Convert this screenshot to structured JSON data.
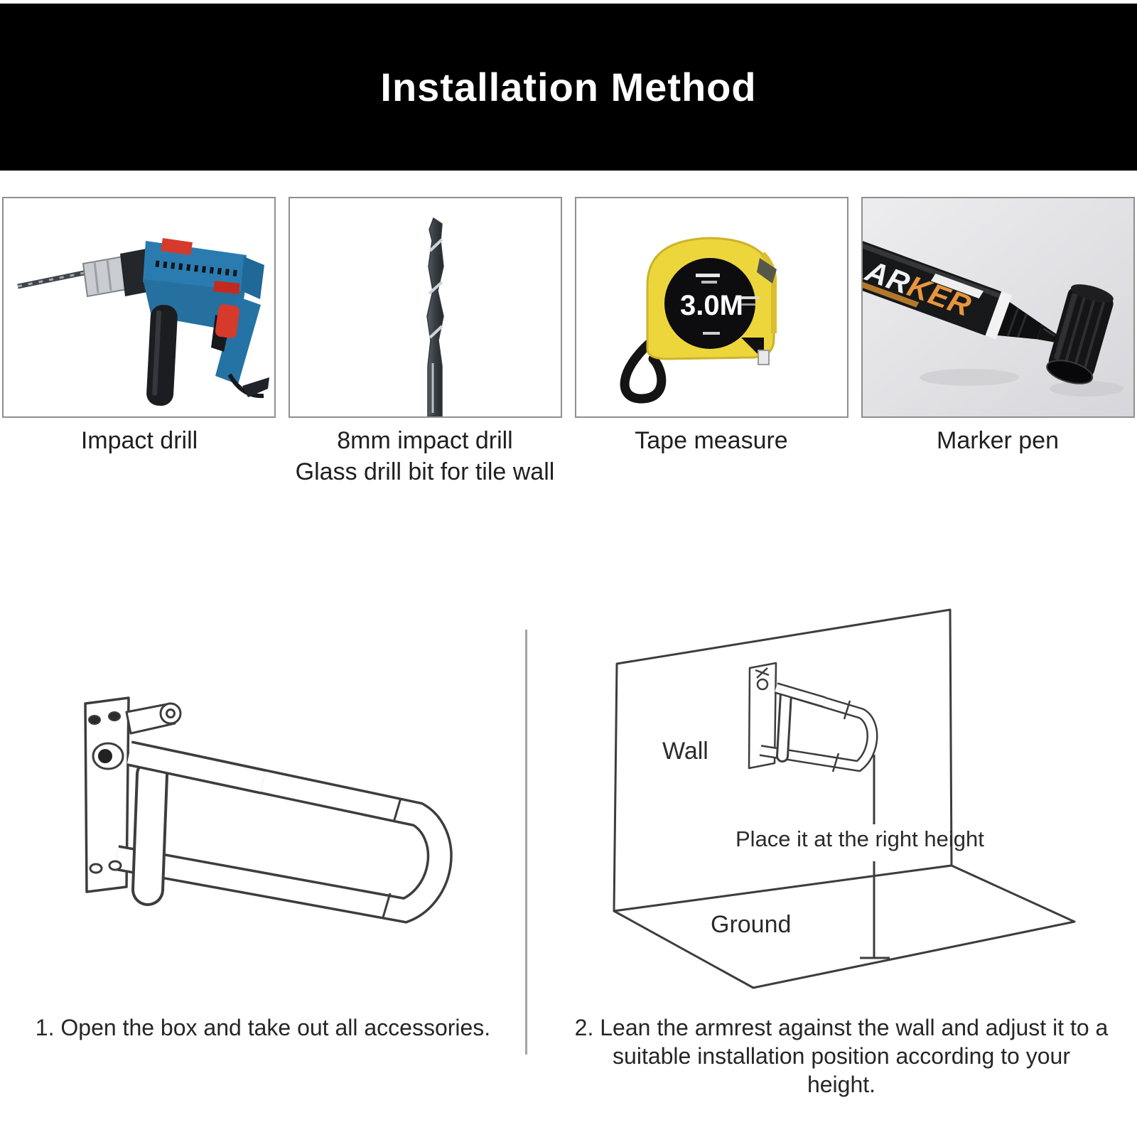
{
  "header": {
    "title": "Installation Method",
    "background": "#000000",
    "text_color": "#ffffff"
  },
  "tools": [
    {
      "name": "impact-drill",
      "label_lines": [
        "Impact drill"
      ]
    },
    {
      "name": "drill-bit",
      "label_lines": [
        "8mm impact drill",
        "Glass drill bit for tile wall"
      ]
    },
    {
      "name": "tape-measure",
      "label_lines": [
        "Tape measure"
      ],
      "badge": "3.0M"
    },
    {
      "name": "marker-pen",
      "label_lines": [
        "Marker pen"
      ],
      "brand_white": "AR",
      "brand_orange": "KER"
    }
  ],
  "diagram": {
    "wall_label": "Wall",
    "height_label": "Place it at the right height",
    "ground_label": "Ground"
  },
  "steps": [
    {
      "lines": [
        "1. Open the box and take out all accessories."
      ]
    },
    {
      "lines": [
        "2. Lean the armrest against the wall and adjust it to a",
        "suitable installation position according to your",
        "height."
      ]
    }
  ],
  "colors": {
    "box_border": "#8f8f8f",
    "divider": "#a3a3a3",
    "line_art": "#3d3d3d",
    "tape_yellow": "#edd63c",
    "drill_blue": "#2878ad",
    "accent_red": "#d63a2b",
    "marker_orange": "#e8963c"
  }
}
